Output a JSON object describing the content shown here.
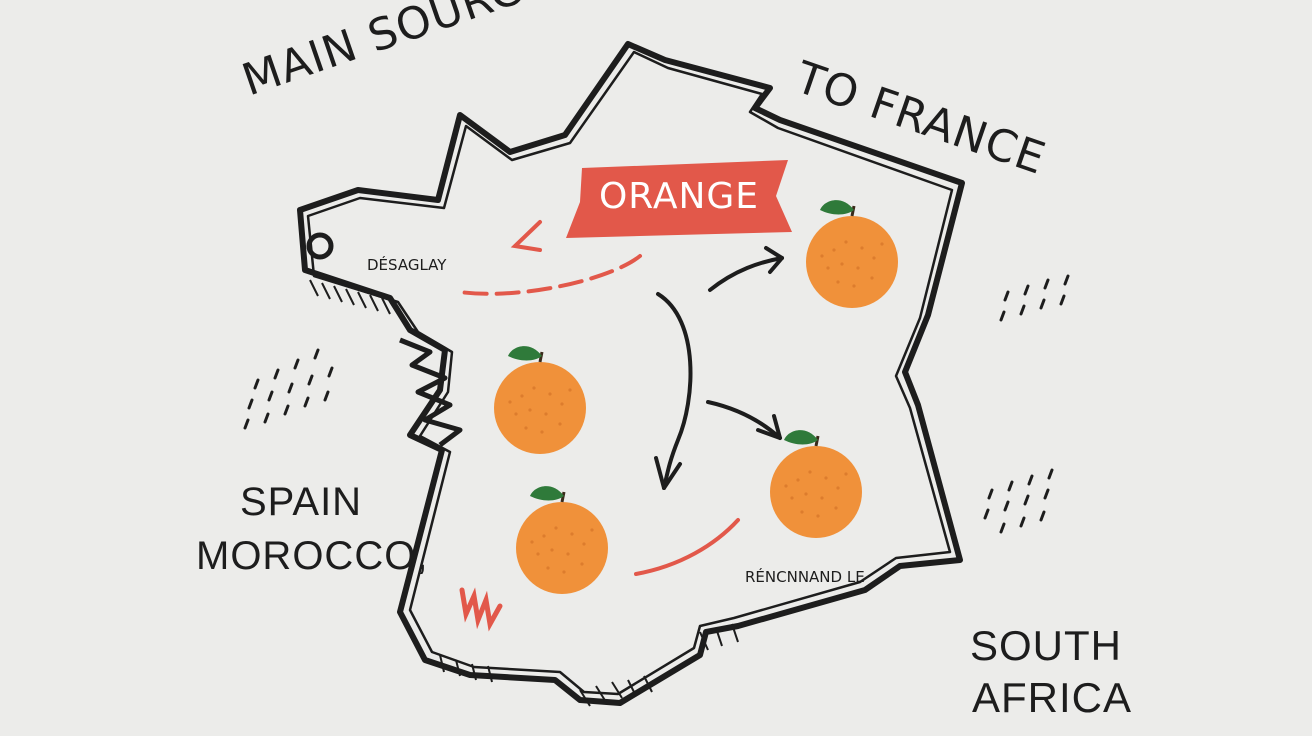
{
  "title": {
    "left": "MAIN SOURCES",
    "right": "TO FRANCE"
  },
  "banner": {
    "text": "ORANGE"
  },
  "sources": {
    "spain": "SPAIN",
    "morocco": "MOROCCO,",
    "south": "SOUTH",
    "africa": "AFRICA"
  },
  "map_labels": {
    "northwest": "DÉSAGLAY",
    "south": "RÉNCNNAND LE"
  },
  "colors": {
    "background": "#ececea",
    "outline": "#1d1d1d",
    "banner": "#e2584a",
    "accent_red": "#e2584a",
    "orange_fruit": "#f0913a",
    "leaf": "#2f7a3a"
  },
  "icons": [
    "orange-fruit-icon",
    "arrow-icon",
    "rain-dots-icon",
    "zigzag-icon"
  ]
}
